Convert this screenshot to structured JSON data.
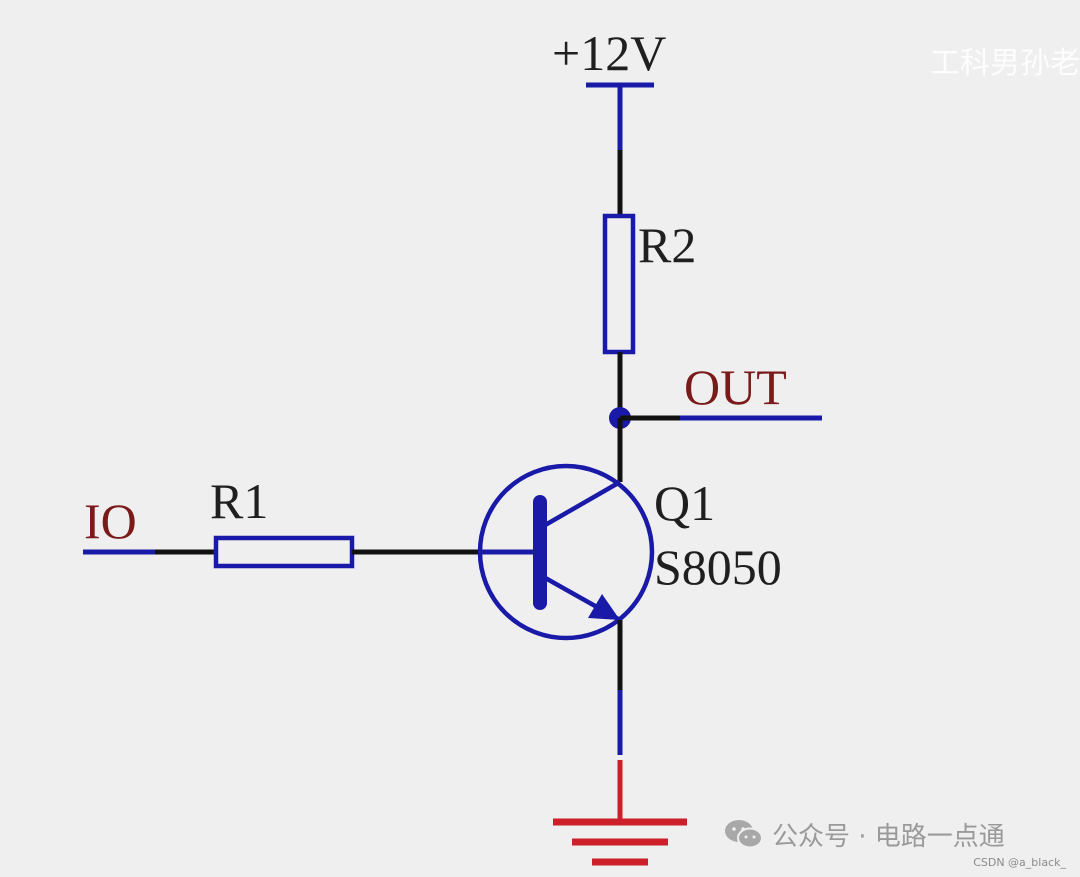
{
  "diagram": {
    "supply_label": "+12V",
    "resistor_top_label": "R2",
    "output_label": "OUT",
    "input_label": "IO",
    "resistor_input_label": "R1",
    "transistor_ref": "Q1",
    "transistor_part": "S8050"
  },
  "watermarks": {
    "author": "工科男孙老",
    "brand": "公众号 · 电路一点通",
    "csdn": "CSDN @a_black_"
  },
  "colors": {
    "symbol": "#1a1aa8",
    "wire": "#111111",
    "ground": "#cc1f2a",
    "label_dark": "#1f1f1f",
    "label_red": "#7a1a1a"
  },
  "icons": {
    "brand_logo": "wechat-icon"
  }
}
